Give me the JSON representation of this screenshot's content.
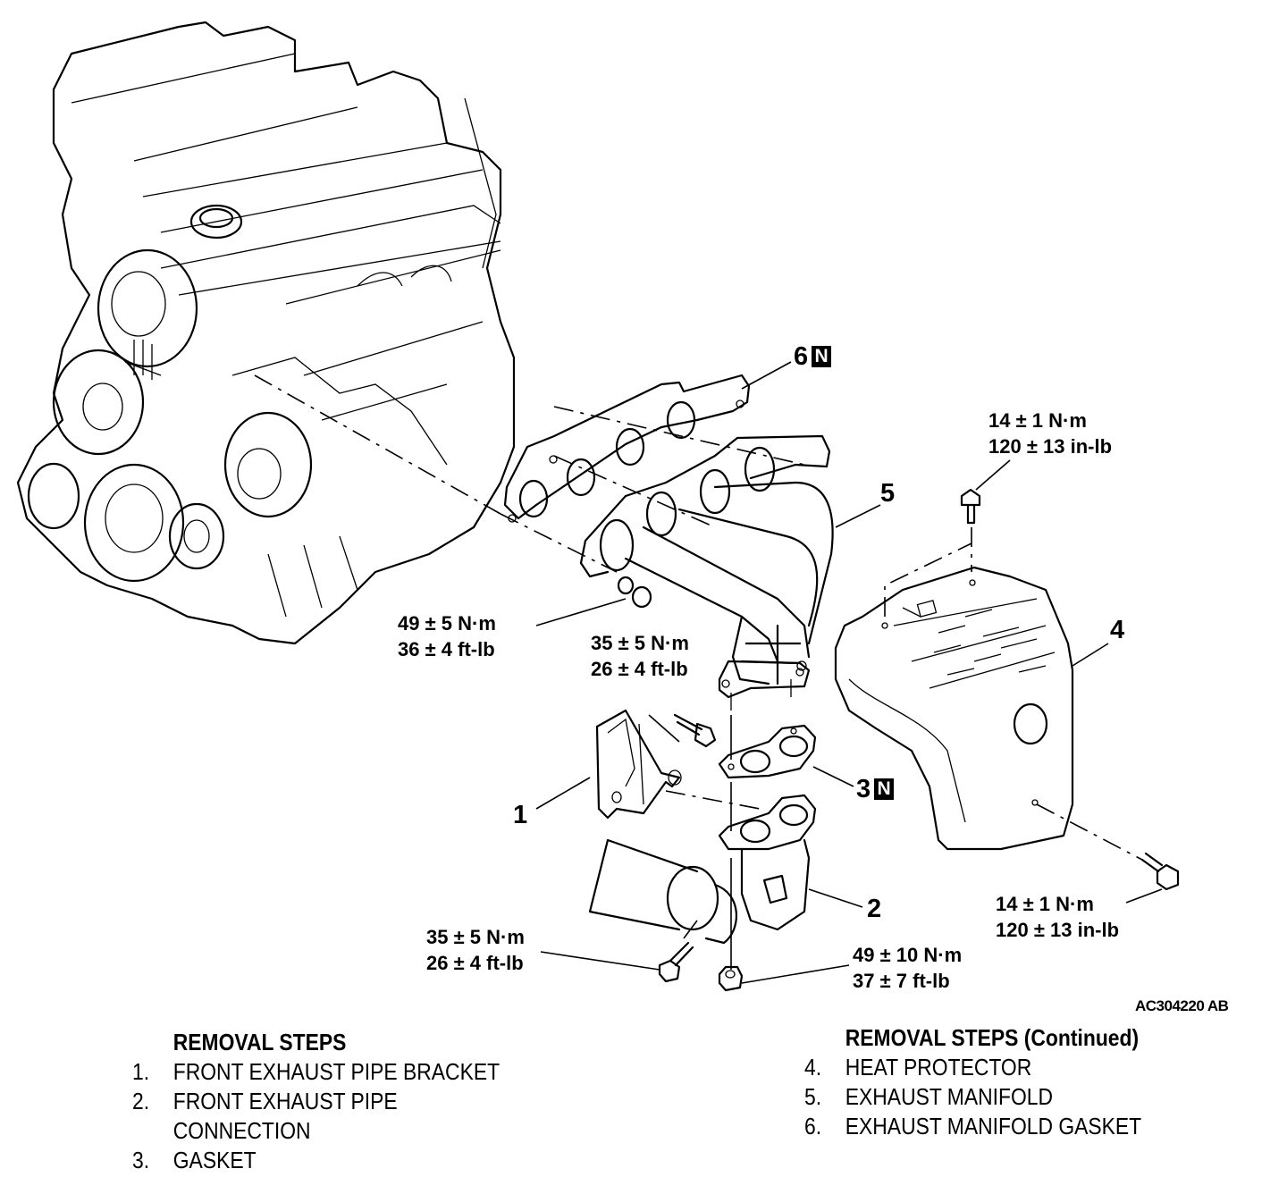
{
  "figure_code": "AC304220 AB",
  "callouts": {
    "c1": {
      "num": "1"
    },
    "c2": {
      "num": "2"
    },
    "c3": {
      "num": "3",
      "badge": "N"
    },
    "c4": {
      "num": "4"
    },
    "c5": {
      "num": "5"
    },
    "c6": {
      "num": "6",
      "badge": "N"
    }
  },
  "torques": {
    "heat_protector_top": {
      "metric": "14 ± 1 N·m",
      "imperial": "120 ± 13 in-lb"
    },
    "heat_protector_bottom": {
      "metric": "14 ± 1 N·m",
      "imperial": "120 ± 13 in-lb"
    },
    "manifold_nut": {
      "metric": "49 ± 5 N·m",
      "imperial": "36 ± 4 ft-lb"
    },
    "bracket_bolt_upper": {
      "metric": "35 ± 5 N·m",
      "imperial": "26 ± 4 ft-lb"
    },
    "bracket_bolt_lower": {
      "metric": "35 ± 5 N·m",
      "imperial": "26 ± 4 ft-lb"
    },
    "pipe_nut": {
      "metric": "49 ± 10 N·m",
      "imperial": "37 ± 7 ft-lb"
    }
  },
  "removal_steps": {
    "title": "REMOVAL STEPS",
    "title_continued": "REMOVAL STEPS (Continued)",
    "items": [
      {
        "n": "1.",
        "text": "FRONT EXHAUST PIPE BRACKET"
      },
      {
        "n": "2.",
        "text": "FRONT EXHAUST PIPE",
        "text2": "CONNECTION"
      },
      {
        "n": "3.",
        "text": "GASKET"
      },
      {
        "n": "4.",
        "text": "HEAT PROTECTOR"
      },
      {
        "n": "5.",
        "text": "EXHAUST MANIFOLD"
      },
      {
        "n": "6.",
        "text": "EXHAUST MANIFOLD GASKET"
      }
    ]
  }
}
